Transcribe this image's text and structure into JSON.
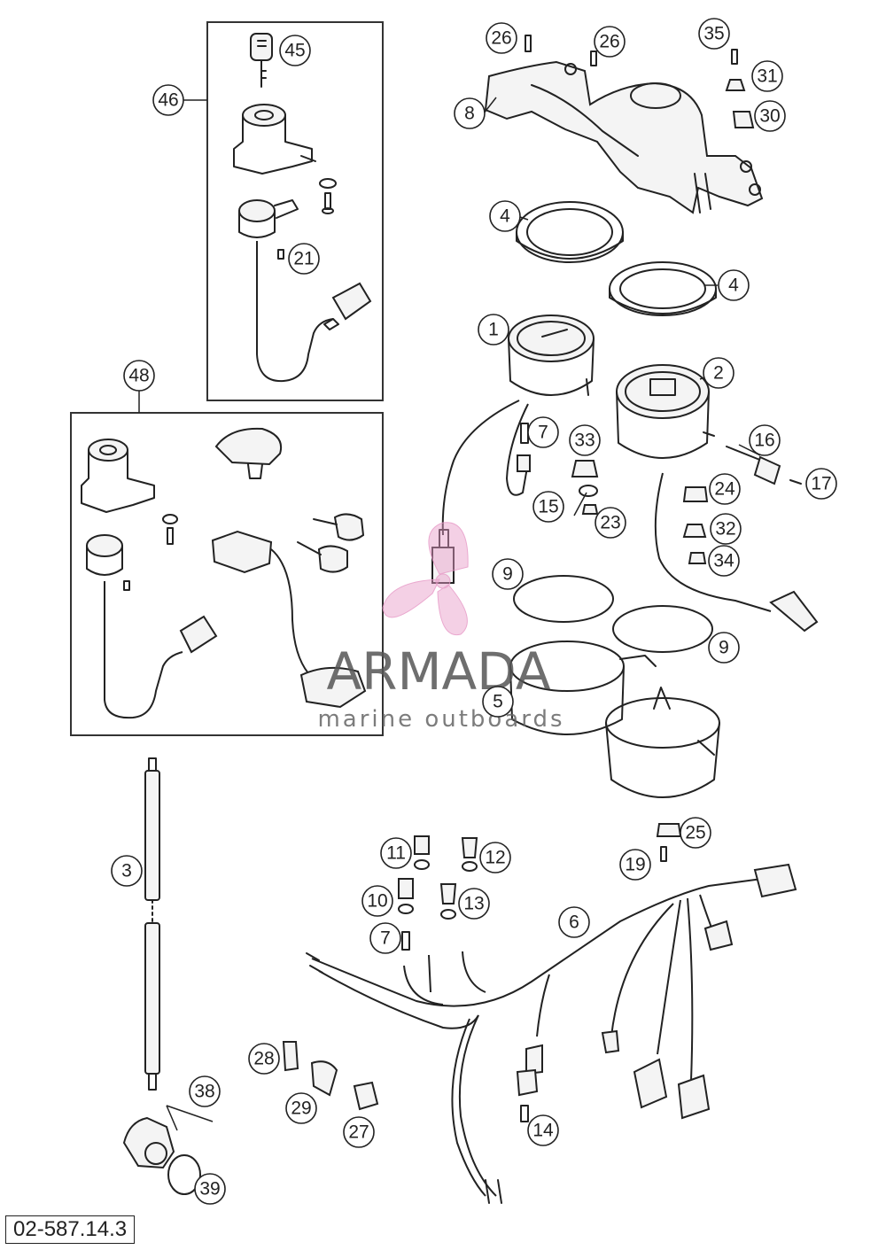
{
  "drawing_number": "02-587.14.3",
  "watermark": {
    "brand": "ARMADA",
    "tagline": "marine outboards",
    "logo_color": "#e79ac7",
    "text_color": "#555555"
  },
  "callouts": [
    {
      "id": "c1",
      "label": "1"
    },
    {
      "id": "c2",
      "label": "2"
    },
    {
      "id": "c3",
      "label": "3"
    },
    {
      "id": "c4a",
      "label": "4"
    },
    {
      "id": "c4b",
      "label": "4"
    },
    {
      "id": "c5",
      "label": "5"
    },
    {
      "id": "c6",
      "label": "6"
    },
    {
      "id": "c7a",
      "label": "7"
    },
    {
      "id": "c7b",
      "label": "7"
    },
    {
      "id": "c8",
      "label": "8"
    },
    {
      "id": "c9a",
      "label": "9"
    },
    {
      "id": "c9b",
      "label": "9"
    },
    {
      "id": "c10",
      "label": "10"
    },
    {
      "id": "c11",
      "label": "11"
    },
    {
      "id": "c12",
      "label": "12"
    },
    {
      "id": "c13",
      "label": "13"
    },
    {
      "id": "c14",
      "label": "14"
    },
    {
      "id": "c15",
      "label": "15"
    },
    {
      "id": "c16",
      "label": "16"
    },
    {
      "id": "c17",
      "label": "17"
    },
    {
      "id": "c19",
      "label": "19"
    },
    {
      "id": "c21",
      "label": "21"
    },
    {
      "id": "c23",
      "label": "23"
    },
    {
      "id": "c24",
      "label": "24"
    },
    {
      "id": "c25",
      "label": "25"
    },
    {
      "id": "c26a",
      "label": "26"
    },
    {
      "id": "c26b",
      "label": "26"
    },
    {
      "id": "c27",
      "label": "27"
    },
    {
      "id": "c28",
      "label": "28"
    },
    {
      "id": "c29",
      "label": "29"
    },
    {
      "id": "c30",
      "label": "30"
    },
    {
      "id": "c31",
      "label": "31"
    },
    {
      "id": "c32",
      "label": "32"
    },
    {
      "id": "c33",
      "label": "33"
    },
    {
      "id": "c34",
      "label": "34"
    },
    {
      "id": "c35",
      "label": "35"
    },
    {
      "id": "c38",
      "label": "38"
    },
    {
      "id": "c39",
      "label": "39"
    },
    {
      "id": "c45",
      "label": "45"
    },
    {
      "id": "c46",
      "label": "46"
    },
    {
      "id": "c48",
      "label": "48"
    }
  ]
}
